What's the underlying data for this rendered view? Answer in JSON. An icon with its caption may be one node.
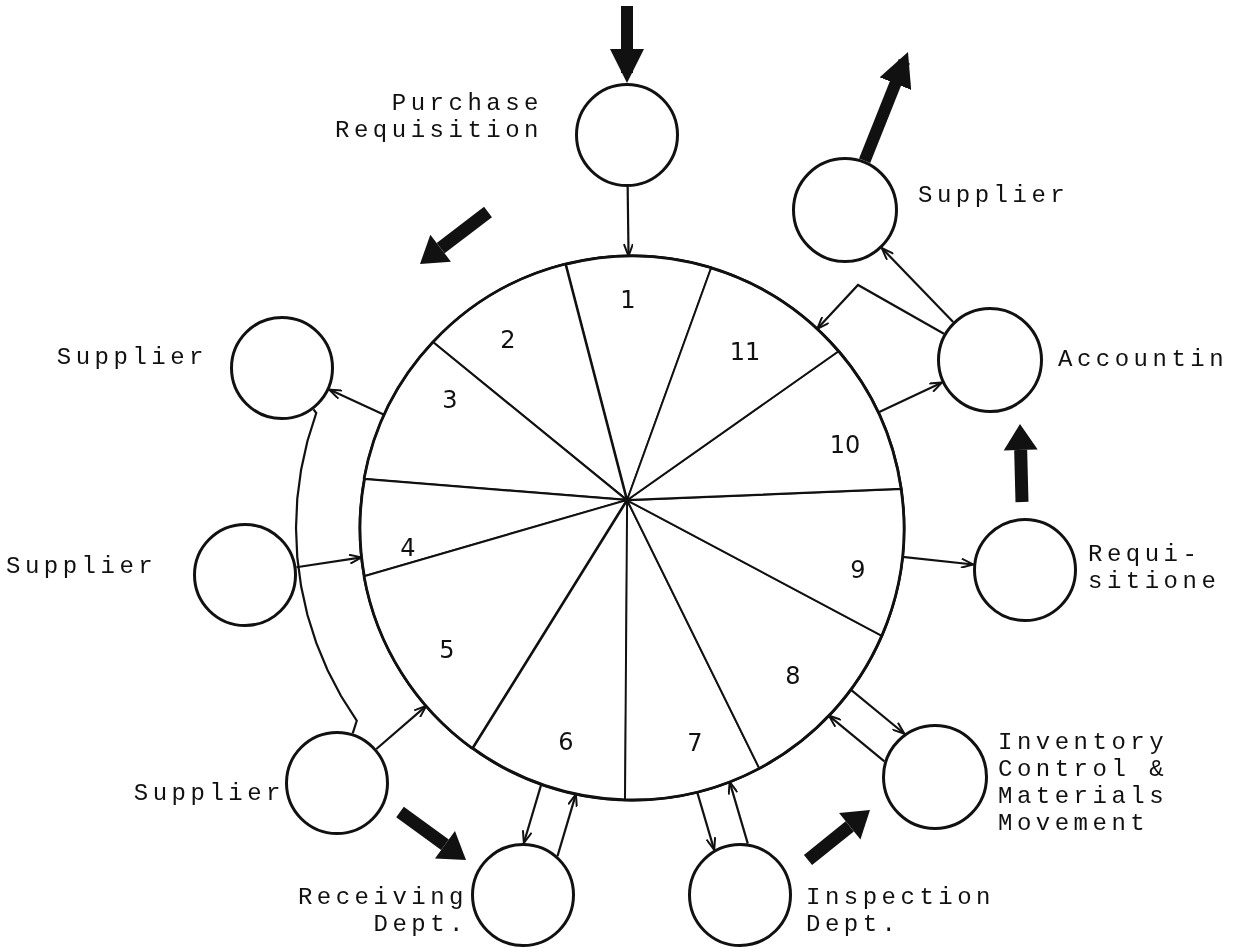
{
  "diagram": {
    "nodes": [
      {
        "text": [
          "Purchase Requisition"
        ]
      },
      {
        "text": [
          "Supplier"
        ]
      },
      {
        "text": [],
        "shape": "circle"
      },
      {
        "text": [
          "1"
        ],
        "in": 2
      },
      {
        "text": [
          "2"
        ],
        "in": 2
      },
      {
        "text": [
          "3"
        ],
        "in": 2
      },
      {
        "text": [
          "4"
        ],
        "in": 2
      },
      {
        "text": [
          "5"
        ],
        "in": 2
      },
      {
        "text": [
          "6"
        ],
        "in": 2
      },
      {
        "text": [
          "7"
        ],
        "in": 2
      },
      {
        "text": [
          "8"
        ],
        "in": 2
      },
      {
        "text": [
          "9"
        ],
        "in": 2
      },
      {
        "text": [
          "10"
        ],
        "in": 2
      },
      {
        "text": [
          "11"
        ],
        "in": 2
      },
      {
        "text": [
          "Supplier"
        ]
      },
      {
        "text": [
          "Accountin"
        ]
      },
      {
        "text": [
          "Supplier"
        ]
      },
      {
        "text": [
          "Requi- sitione"
        ]
      },
      {
        "text": [
          "Supplier"
        ]
      },
      {
        "text": [
          "Inventory Control & Materials Movement"
        ]
      },
      {
        "text": [
          "Receiving Dept."
        ]
      },
      {
        "text": [
          "Inspection Dept."
        ]
      }
    ],
    "edges": [
      {
        "from": null,
        "to": 0,
        "arrow": "to",
        "style": "thick"
      },
      {
        "from": 1,
        "to": null,
        "arrow": "to",
        "style": "thick"
      },
      {
        "from": 0,
        "to": 3,
        "arrow": "to"
      },
      {
        "from": 5,
        "to": 14,
        "arrow": "to"
      },
      {
        "from": 18,
        "to": 14,
        "arrow": "none"
      },
      {
        "from": 16,
        "to": 6,
        "arrow": "to"
      },
      {
        "from": 18,
        "to": 7,
        "arrow": "to"
      },
      {
        "from": 8,
        "to": 20,
        "arrow": "to"
      },
      {
        "from": 20,
        "to": 8,
        "arrow": "to"
      },
      {
        "from": 9,
        "to": 21,
        "arrow": "to"
      },
      {
        "from": 21,
        "to": 9,
        "arrow": "to"
      },
      {
        "from": 10,
        "to": 19,
        "arrow": "to"
      },
      {
        "from": 19,
        "to": 10,
        "arrow": "to"
      },
      {
        "from": 11,
        "to": 17,
        "arrow": "to"
      },
      {
        "from": 12,
        "to": 15,
        "arrow": "to"
      },
      {
        "from": 15,
        "to": 13,
        "arrow": "to"
      },
      {
        "from": 15,
        "to": 1,
        "arrow": "to"
      }
    ]
  }
}
